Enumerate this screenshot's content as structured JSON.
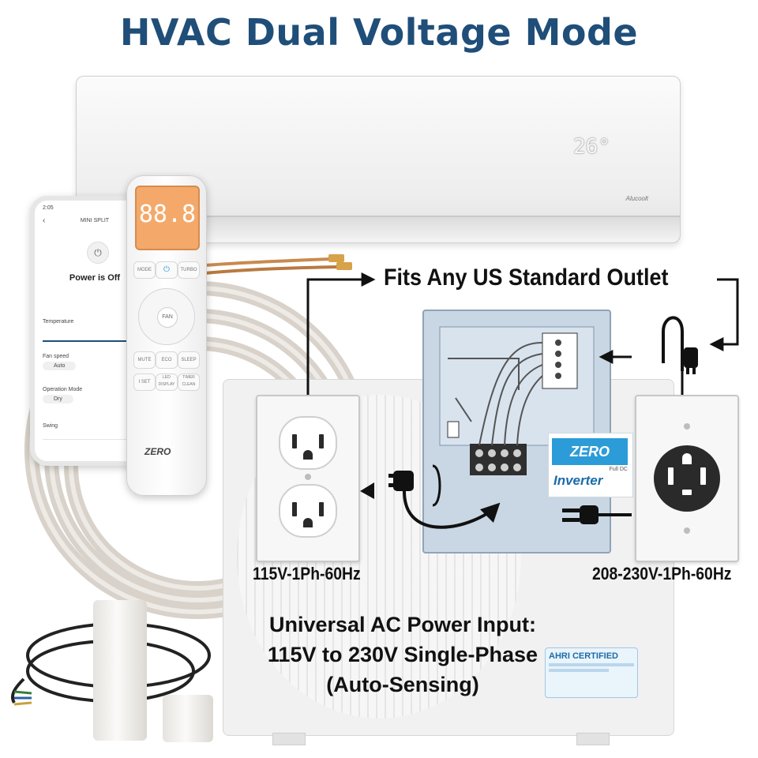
{
  "title": "HVAC Dual Voltage Mode",
  "fits_label": "Fits Any US Standard Outlet",
  "outlet_115_label": "115V-1Ph-60Hz",
  "outlet_230_label": "208-230V-1Ph-60Hz",
  "universal_lines": [
    "Universal AC Power Input:",
    "115V to 230V Single-Phase",
    "(Auto-Sensing)"
  ],
  "indoor_unit": {
    "display": "26°",
    "brand": "Alucoolt"
  },
  "remote": {
    "lcd": "88.8",
    "buttons": [
      "MODE",
      "⏻",
      "TURBO",
      "MUTE",
      "ECO",
      "SLEEP",
      "I SET",
      "LED DISPLAY",
      "TIMER CLEAN"
    ],
    "center": "FAN",
    "logo": "ZERO"
  },
  "phone": {
    "time": "2:05",
    "header": "MINI SPLIT",
    "power_status": "Power is Off",
    "sections": [
      {
        "label": "Temperature",
        "value": ""
      },
      {
        "label": "Fan speed",
        "value": "Auto"
      },
      {
        "label": "Operation Mode",
        "value": "Dry"
      },
      {
        "label": "Swing",
        "value": ""
      }
    ]
  },
  "badges": {
    "brand": "ZERO",
    "inverter": "Inverter",
    "full_dc": "Full DC",
    "ahri": "AHRI CERTIFIED"
  },
  "colors": {
    "title": "#1f4e79",
    "accent": "#2b9cd8"
  }
}
